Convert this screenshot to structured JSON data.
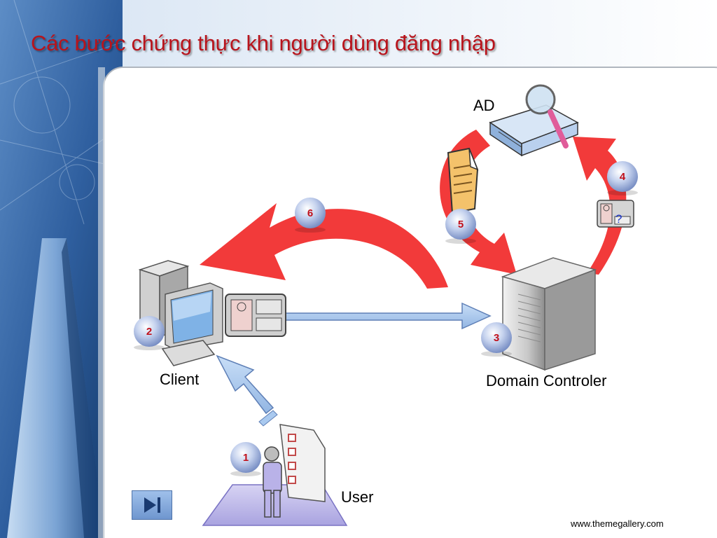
{
  "slide": {
    "title": "Các bước chứng thực khi người dùng đăng nhập",
    "footer": "www.themegallery.com"
  },
  "labels": {
    "ad": "AD",
    "client": "Client",
    "domain_controller": "Domain Controler",
    "user": "User"
  },
  "steps": [
    {
      "number": "1"
    },
    {
      "number": "2"
    },
    {
      "number": "3"
    },
    {
      "number": "4"
    },
    {
      "number": "5"
    },
    {
      "number": "6"
    }
  ],
  "query_mark": "?",
  "nav": {
    "icon": "play-end-icon"
  },
  "colors": {
    "title": "#b8141c",
    "red_arrow": "#f23a3a",
    "blue_arrow": "#a9c9ef",
    "badge": "#8fa6d6",
    "badge_text": "#c0101a"
  }
}
